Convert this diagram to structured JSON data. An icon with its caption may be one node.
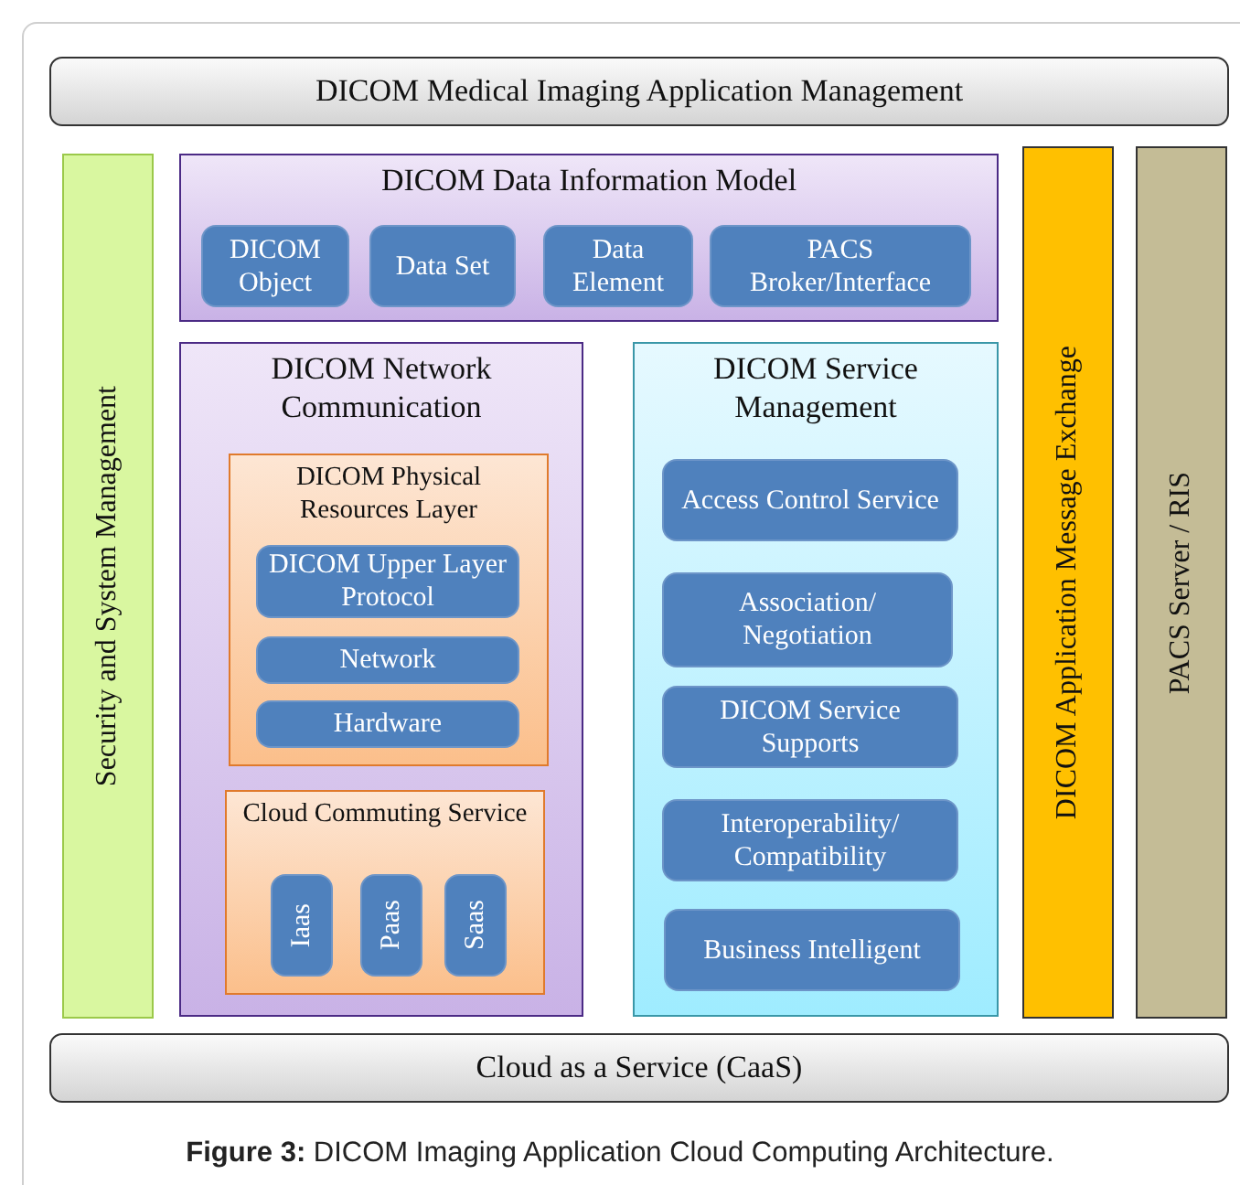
{
  "diagram": {
    "caption": "**Figure 3:** DICOM Imaging Application Cloud Computing Architecture.",
    "nodes": [
      {
        "text": [
          "DICOM Medical Imaging Application Management"
        ]
      },
      {
        "text": [
          "Security and System Management"
        ]
      },
      {
        "text": [
          "DICOM Data Information Model"
        ]
      },
      {
        "text": [
          "DICOM Object"
        ],
        "in": 2
      },
      {
        "text": [
          "Data Set"
        ],
        "in": 2
      },
      {
        "text": [
          "Data Element"
        ],
        "in": 2
      },
      {
        "text": [
          "PACS Broker/Interface"
        ],
        "in": 2
      },
      {
        "text": [
          "DICOM Network Communication"
        ]
      },
      {
        "text": [
          "DICOM Physical Resources Layer"
        ],
        "in": 7
      },
      {
        "text": [
          "DICOM Upper Layer Protocol"
        ],
        "in": 8
      },
      {
        "text": [
          "Network"
        ],
        "in": 8
      },
      {
        "text": [
          "Hardware"
        ],
        "in": 8
      },
      {
        "text": [
          "Cloud Commuting Service"
        ],
        "in": 7
      },
      {
        "text": [
          "Iaas"
        ],
        "in": 12
      },
      {
        "text": [
          "Paas"
        ],
        "in": 12
      },
      {
        "text": [
          "Saas"
        ],
        "in": 12
      },
      {
        "text": [
          "DICOM Service Management"
        ]
      },
      {
        "text": [
          "Access Control Service"
        ],
        "in": 16
      },
      {
        "text": [
          "Association/ Negotiation"
        ],
        "in": 16
      },
      {
        "text": [
          "DICOM Service Supports"
        ],
        "in": 16
      },
      {
        "text": [
          "Interoperability/ Compatibility"
        ],
        "in": 16
      },
      {
        "text": [
          "Business Intelligent"
        ],
        "in": 16
      },
      {
        "text": [
          "DICOM Application Message Exchange"
        ]
      },
      {
        "text": [
          "PACS Server / RIS"
        ]
      },
      {
        "text": [
          "Cloud as a Service (CaaS)"
        ]
      }
    ]
  }
}
